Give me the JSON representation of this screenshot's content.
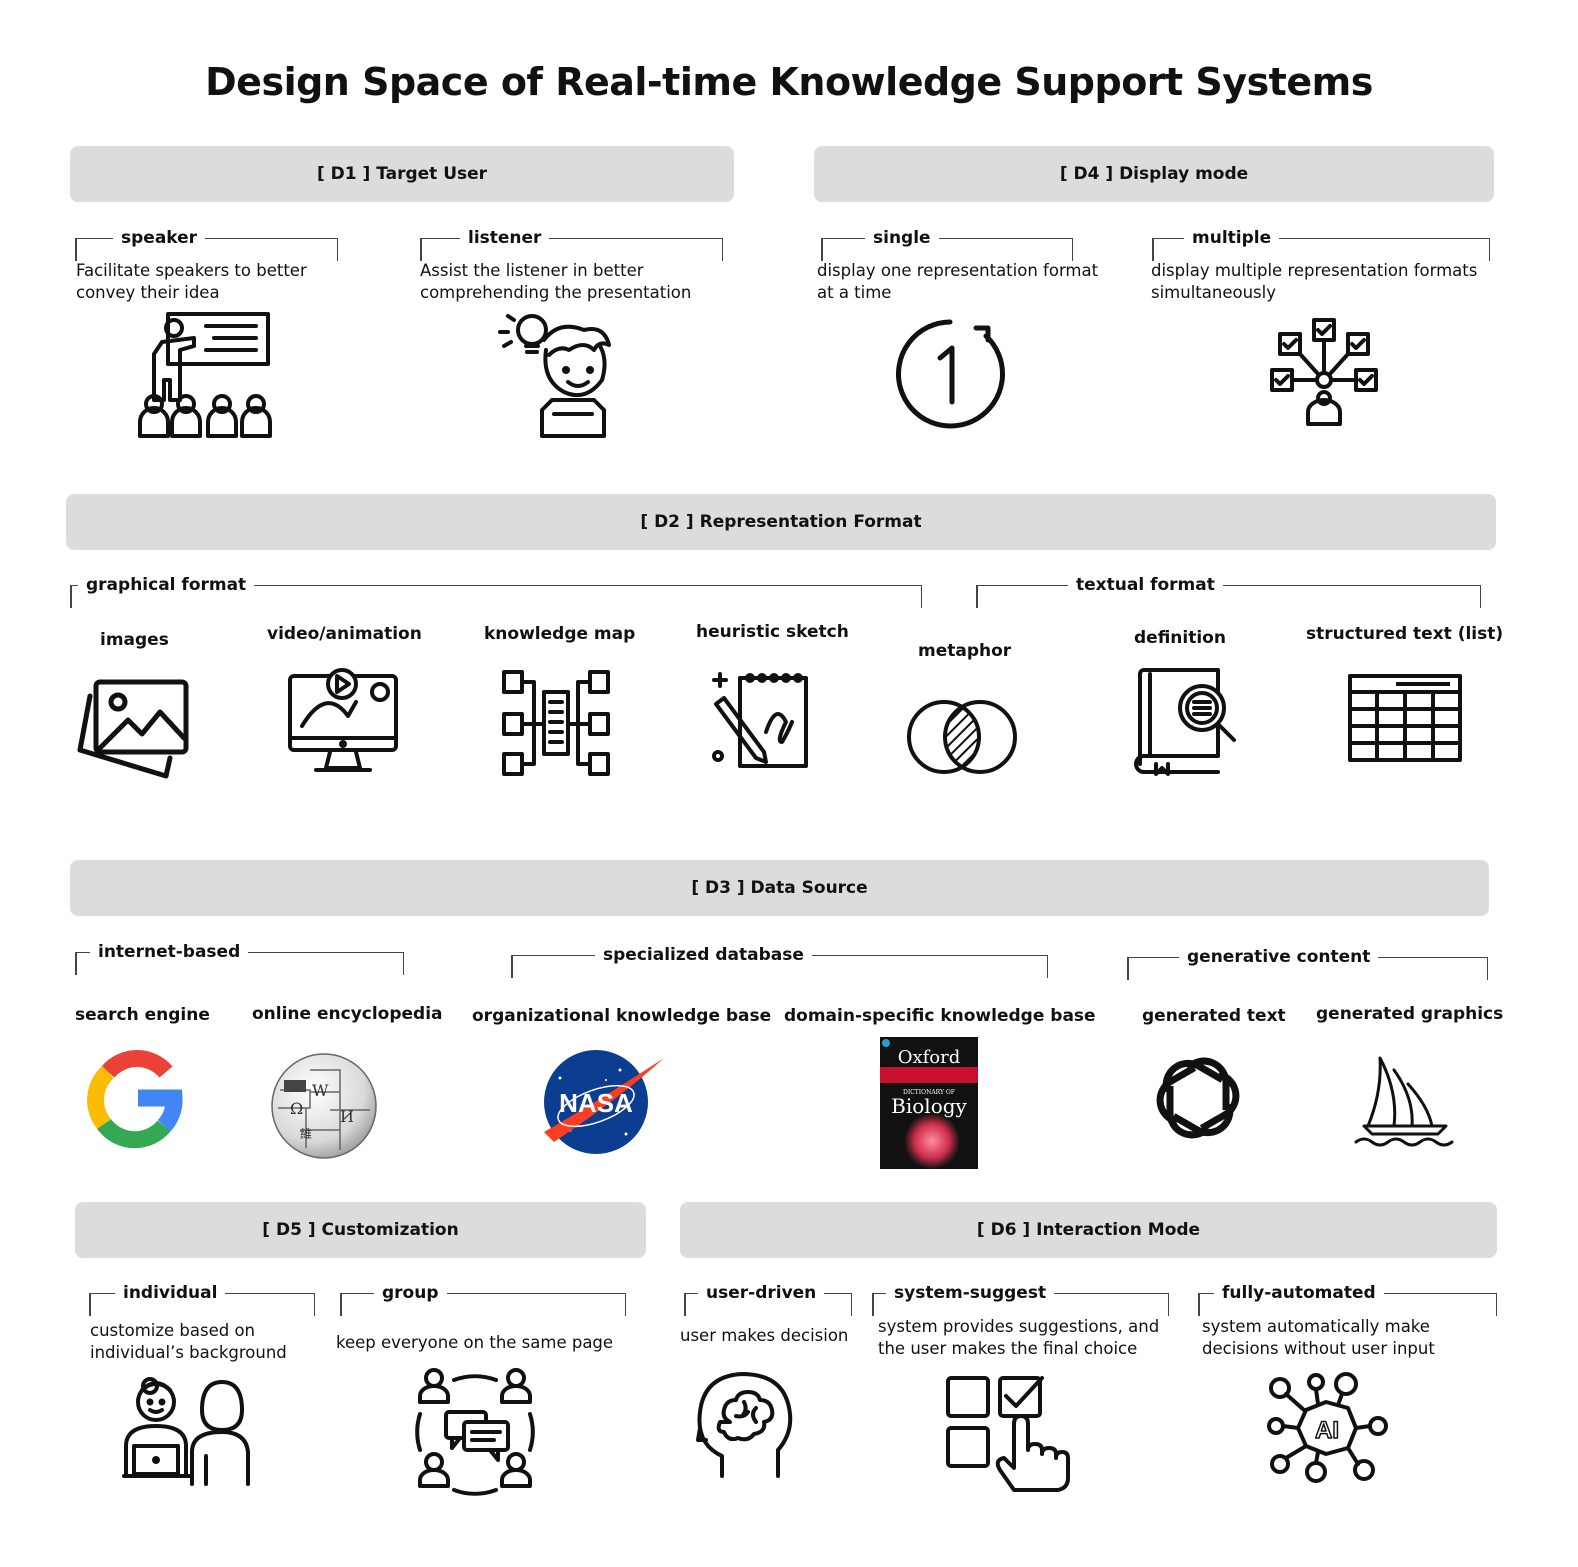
{
  "title": "Design Space of Real-time Knowledge Support Systems",
  "d1": {
    "header": "[ D1 ] Target User",
    "speaker": {
      "label": "speaker",
      "desc1": "Facilitate speakers to better",
      "desc2": "convey their idea"
    },
    "listener": {
      "label": "listener",
      "desc1": "Assist the listener in better",
      "desc2": "comprehending the presentation"
    }
  },
  "d4": {
    "header": "[ D4 ] Display mode",
    "single": {
      "label": "single",
      "desc1": "display one representation format",
      "desc2": "at a time"
    },
    "multiple": {
      "label": "multiple",
      "desc1": "display multiple representation formats",
      "desc2": "simultaneously"
    }
  },
  "d2": {
    "header": "[ D2 ] Representation Format",
    "graphical": "graphical format",
    "textual": "textual format",
    "items": [
      "images",
      "video/animation",
      "knowledge map",
      "heuristic sketch",
      "metaphor",
      "definition",
      "structured text (list)"
    ]
  },
  "d3": {
    "header": "[ D3 ] Data Source",
    "internet": "internet-based",
    "specialized": "specialized database",
    "generative": "generative content",
    "items": [
      "search engine",
      "online encyclopedia",
      "organizational knowledge base",
      "domain-specific knowledge base",
      "generated text",
      "generated graphics"
    ],
    "nasa": "NASA",
    "oxford": "Oxford",
    "dictionary_of": "DICTIONARY OF",
    "biology": "Biology"
  },
  "d5": {
    "header": "[ D5 ] Customization",
    "individual": {
      "label": "individual",
      "desc1": "customize based on",
      "desc2": "individual’s background"
    },
    "group": {
      "label": "group",
      "desc1": "keep everyone on the same page"
    }
  },
  "d6": {
    "header": "[ D6 ]  Interaction Mode",
    "user": {
      "label": "user-driven",
      "desc1": "user makes decision"
    },
    "system": {
      "label": "system-suggest",
      "desc1": "system provides suggestions, and",
      "desc2": "the user makes the final choice"
    },
    "auto": {
      "label": "fully-automated",
      "desc1": "system automatically make",
      "desc2": "decisions without user input"
    },
    "ai": "AI"
  },
  "colors": {
    "bar": "#dcdcdc",
    "google_blue": "#4285F4",
    "google_red": "#EA4335",
    "google_yellow": "#FBBC05",
    "google_green": "#34A853",
    "nasa_blue": "#0b3d91",
    "nasa_red": "#fc3d21",
    "oxford_red": "#c8102e"
  }
}
